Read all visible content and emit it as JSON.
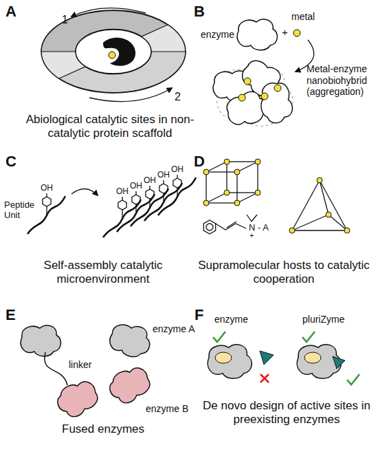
{
  "diagram": {
    "labels": [
      "A",
      "1",
      "2",
      "Abiological catalytic sites in non-catalytic protein scaffold",
      "B",
      "enzyme",
      "+",
      "metal",
      "Metal-enzyme nanobiohybrid (aggregation)",
      "C",
      "OH",
      "OH",
      "OH",
      "OH",
      "OH",
      "OH",
      "Peptide Unit",
      "Self-assembly catalytic microenvironment",
      "D",
      "N - A",
      "+",
      "Supramolecular hosts to catalytic cooperation",
      "E",
      "enzyme A",
      "linker",
      "enzyme B",
      "Fused enzymes",
      "F",
      "enzyme",
      "pluriZyme",
      "De novo design of active sites in preexisting enzymes"
    ]
  }
}
